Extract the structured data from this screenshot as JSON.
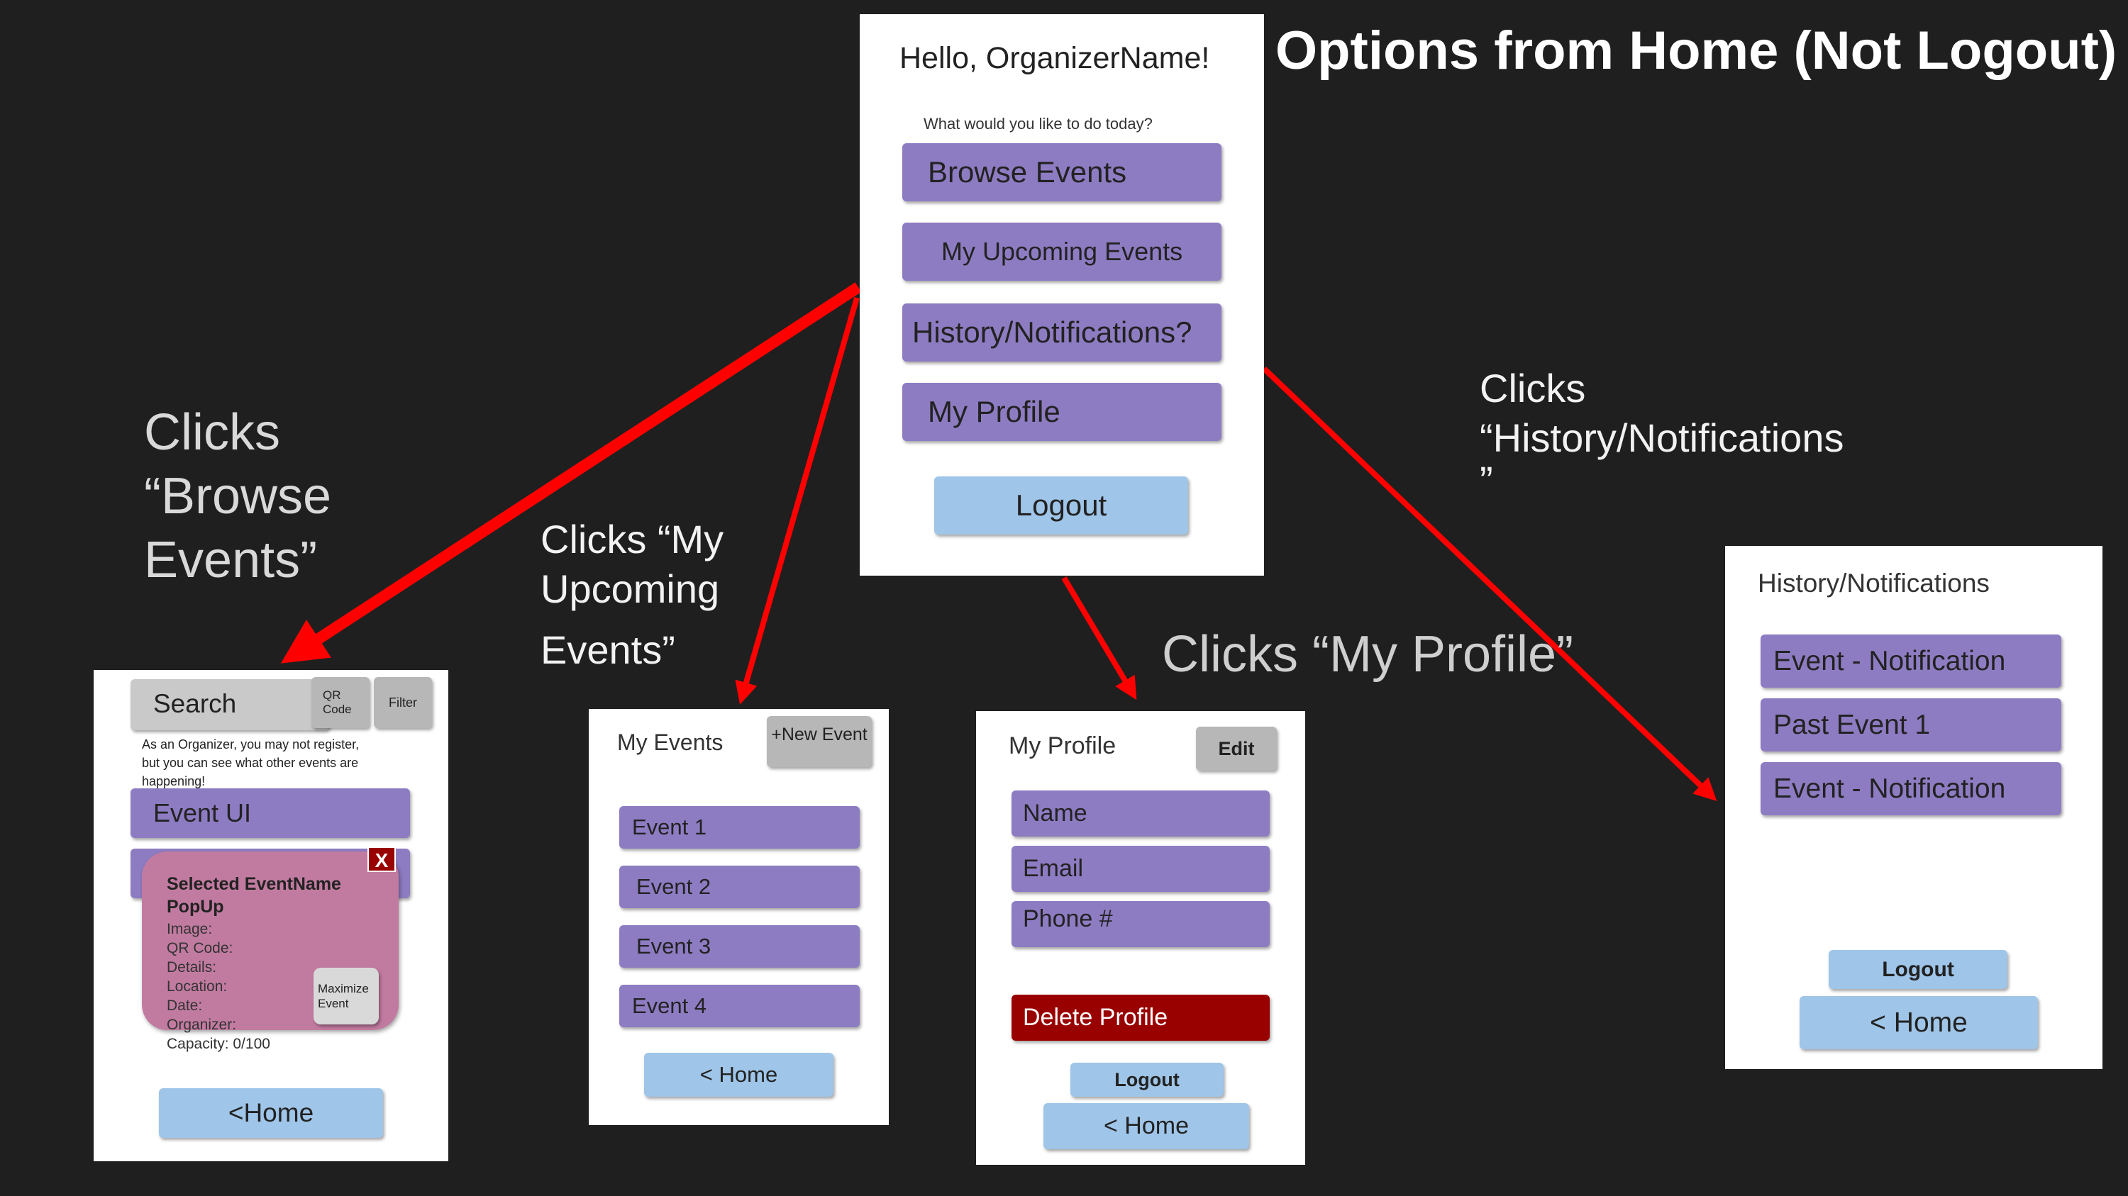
{
  "title": "Options from Home (Not Logout)",
  "captions": {
    "browse": [
      "Clicks",
      "“Browse",
      "Events”"
    ],
    "upcoming": [
      "Clicks “My",
      "Upcoming",
      "Events”"
    ],
    "profile": "Clicks “My Profile”",
    "history": [
      "Clicks",
      "“History/Notifications",
      "”"
    ]
  },
  "home": {
    "greeting": "Hello, OrganizerName!",
    "prompt": "What would you like to do today?",
    "buttons": [
      "Browse Events",
      "My Upcoming Events",
      "History/Notifications?",
      "My Profile"
    ],
    "logout": "Logout"
  },
  "browse": {
    "search": "Search",
    "qr": [
      "QR",
      "Code"
    ],
    "filter": "Filter",
    "note": [
      "As an Organizer, you may not register,",
      "but you can see what other events are",
      "happening!"
    ],
    "event": "Event UI",
    "popup": {
      "title": [
        "Selected EventName",
        "PopUp"
      ],
      "fields": [
        "Image:",
        "QR Code:",
        "Details:",
        "Location:",
        "Date:",
        "Organizer:",
        "Capacity: 0/100"
      ],
      "close": "X",
      "maximize": [
        "Maximize",
        "Event"
      ]
    },
    "home": "<Home"
  },
  "my_events": {
    "title": "My Events",
    "new_event": "+New Event",
    "events": [
      "Event 1",
      "Event 2",
      "Event 3",
      "Event 4"
    ],
    "home": "< Home"
  },
  "profile": {
    "title": "My Profile",
    "edit": "Edit",
    "fields": [
      "Name",
      "Email",
      "Phone #"
    ],
    "delete": "Delete Profile",
    "logout": "Logout",
    "home": "< Home"
  },
  "history": {
    "title": "History/Notifications",
    "items": [
      "Event - Notification",
      "Past Event 1",
      "Event - Notification"
    ],
    "logout": "Logout",
    "home": "< Home"
  },
  "colors": {
    "background": "#1f1f1f",
    "purple": "#8e7cc3",
    "blue": "#9fc5e8",
    "grey": "#b7b7b7",
    "arrow": "#ff0000",
    "danger": "#990000",
    "popup": "#c27ba0"
  }
}
